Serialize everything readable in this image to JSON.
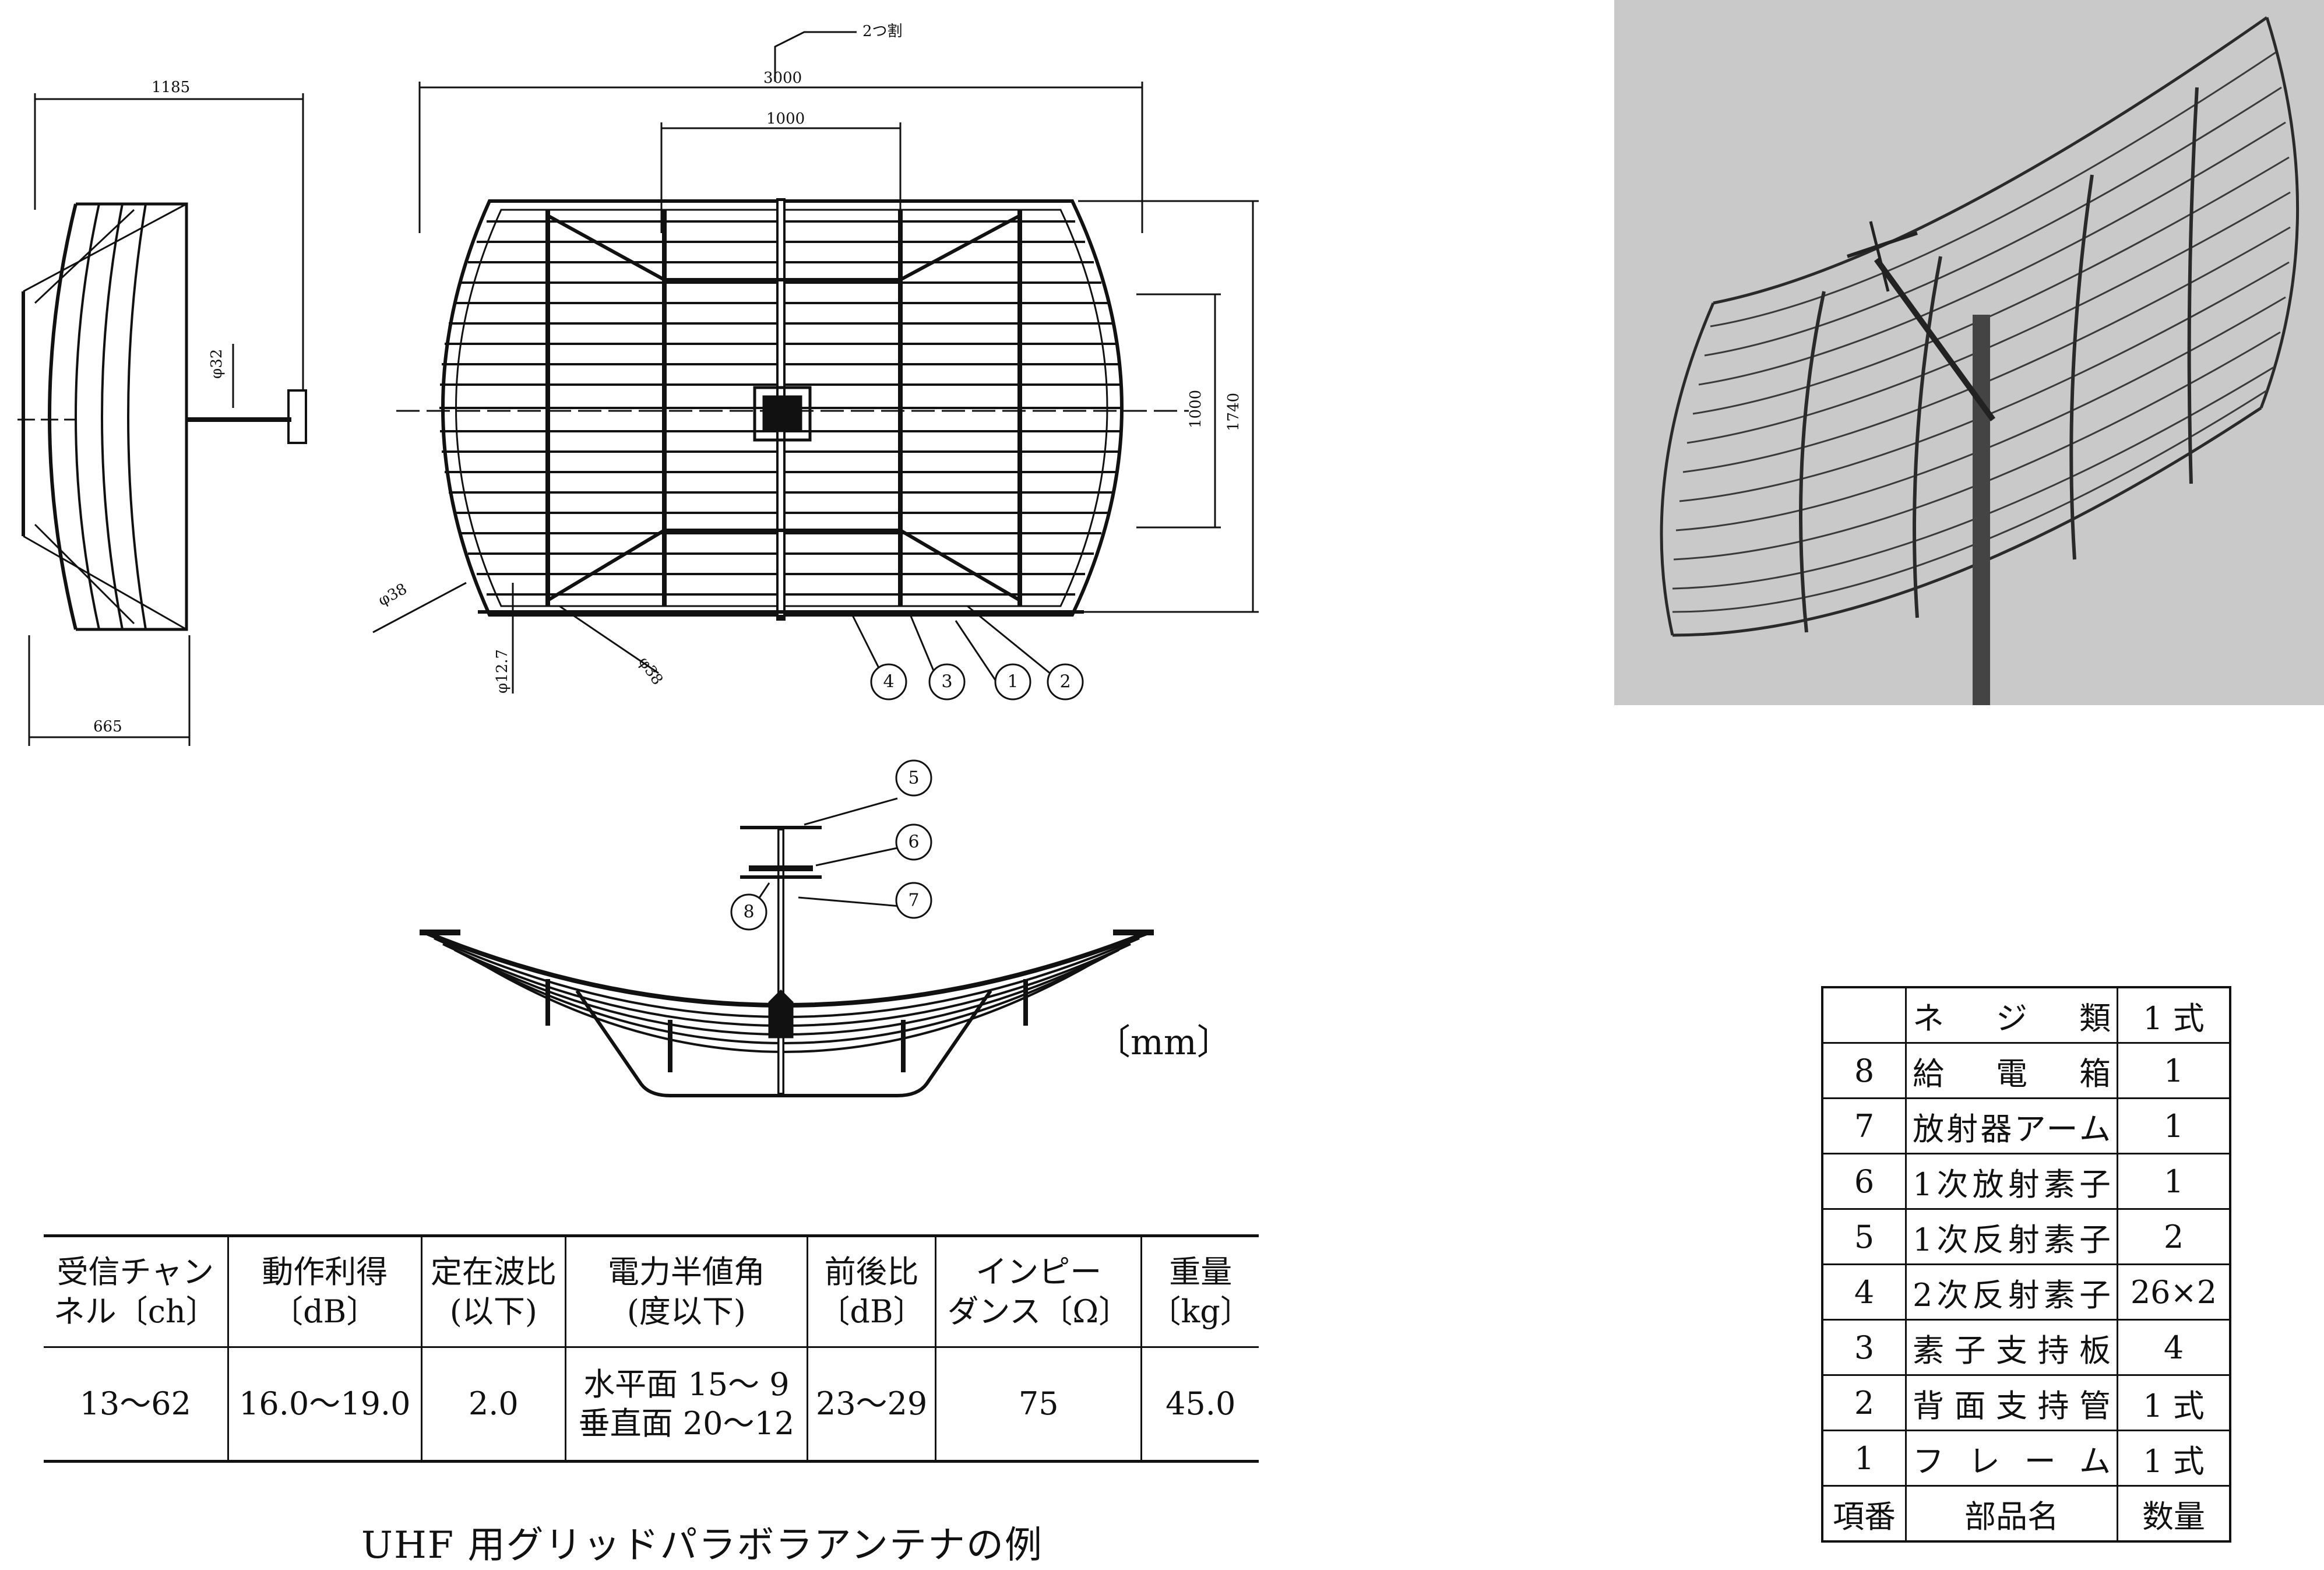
{
  "dimensions": {
    "side_width": "1185",
    "side_depth": "665",
    "mast_diameter": "φ32",
    "total_width": "3000",
    "center_width": "1000",
    "split_note": "2つ割",
    "total_height": "1740",
    "center_height": "1000",
    "tube_diameter_1": "φ38",
    "tube_diameter_2": "φ38",
    "rod_diameter": "φ12.7"
  },
  "callouts": [
    "1",
    "2",
    "3",
    "4",
    "5",
    "6",
    "7",
    "8"
  ],
  "unit": "〔mm〕",
  "spec_table": {
    "headers": [
      [
        "受信チャン",
        "ネル〔ch〕"
      ],
      [
        "動作利得",
        "〔dB〕"
      ],
      [
        "定在波比",
        "(以下)"
      ],
      [
        "電力半値角",
        "(度以下)"
      ],
      [
        "前後比",
        "〔dB〕"
      ],
      [
        "インピー",
        "ダンス〔Ω〕"
      ],
      [
        "重量",
        "〔kg〕"
      ]
    ],
    "row": {
      "channel": "13〜62",
      "gain": "16.0〜19.0",
      "vswr": "2.0",
      "beam_h": "水平面 15〜 9",
      "beam_v": "垂直面 20〜12",
      "front_back": "23〜29",
      "impedance": "75",
      "weight": "45.0"
    }
  },
  "parts_table": {
    "rows": [
      {
        "num": "",
        "name": "ネジ類",
        "qty": "1 式"
      },
      {
        "num": "8",
        "name": "給電箱",
        "qty": "1"
      },
      {
        "num": "7",
        "name": "放射器アーム",
        "qty": "1"
      },
      {
        "num": "6",
        "name": "1次放射素子",
        "qty": "1"
      },
      {
        "num": "5",
        "name": "1次反射素子",
        "qty": "2"
      },
      {
        "num": "4",
        "name": "2次反射素子",
        "qty": "26×2"
      },
      {
        "num": "3",
        "name": "素子支持板",
        "qty": "4"
      },
      {
        "num": "2",
        "name": "背面支持管",
        "qty": "1 式"
      },
      {
        "num": "1",
        "name": "フレーム",
        "qty": "1 式"
      }
    ],
    "footer": {
      "num": "項番",
      "name": "部品名",
      "qty": "数量"
    }
  },
  "caption": "UHF 用グリッドパラボラアンテナの例"
}
